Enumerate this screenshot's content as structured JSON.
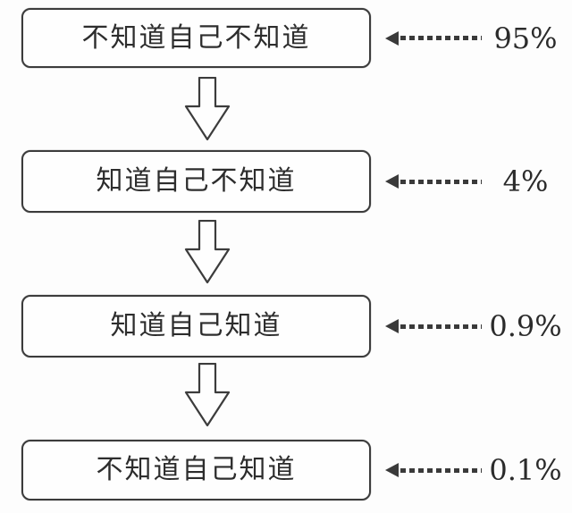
{
  "diagram": {
    "type": "flowchart",
    "direction": "top-down",
    "rows": [
      {
        "label": "不知道自己不知道",
        "percent": "95%"
      },
      {
        "label": "知道自己不知道",
        "percent": "4%"
      },
      {
        "label": "知道自己知道",
        "percent": "0.9%"
      },
      {
        "label": "不知道自己知道",
        "percent": "0.1%"
      }
    ],
    "connector_icon": "down-block-arrow",
    "pointer_icon": "dotted-left-arrow",
    "colors": {
      "ink": "#3a3a3a",
      "background": "#fdfdfd",
      "box_fill": "#fefefe"
    }
  }
}
